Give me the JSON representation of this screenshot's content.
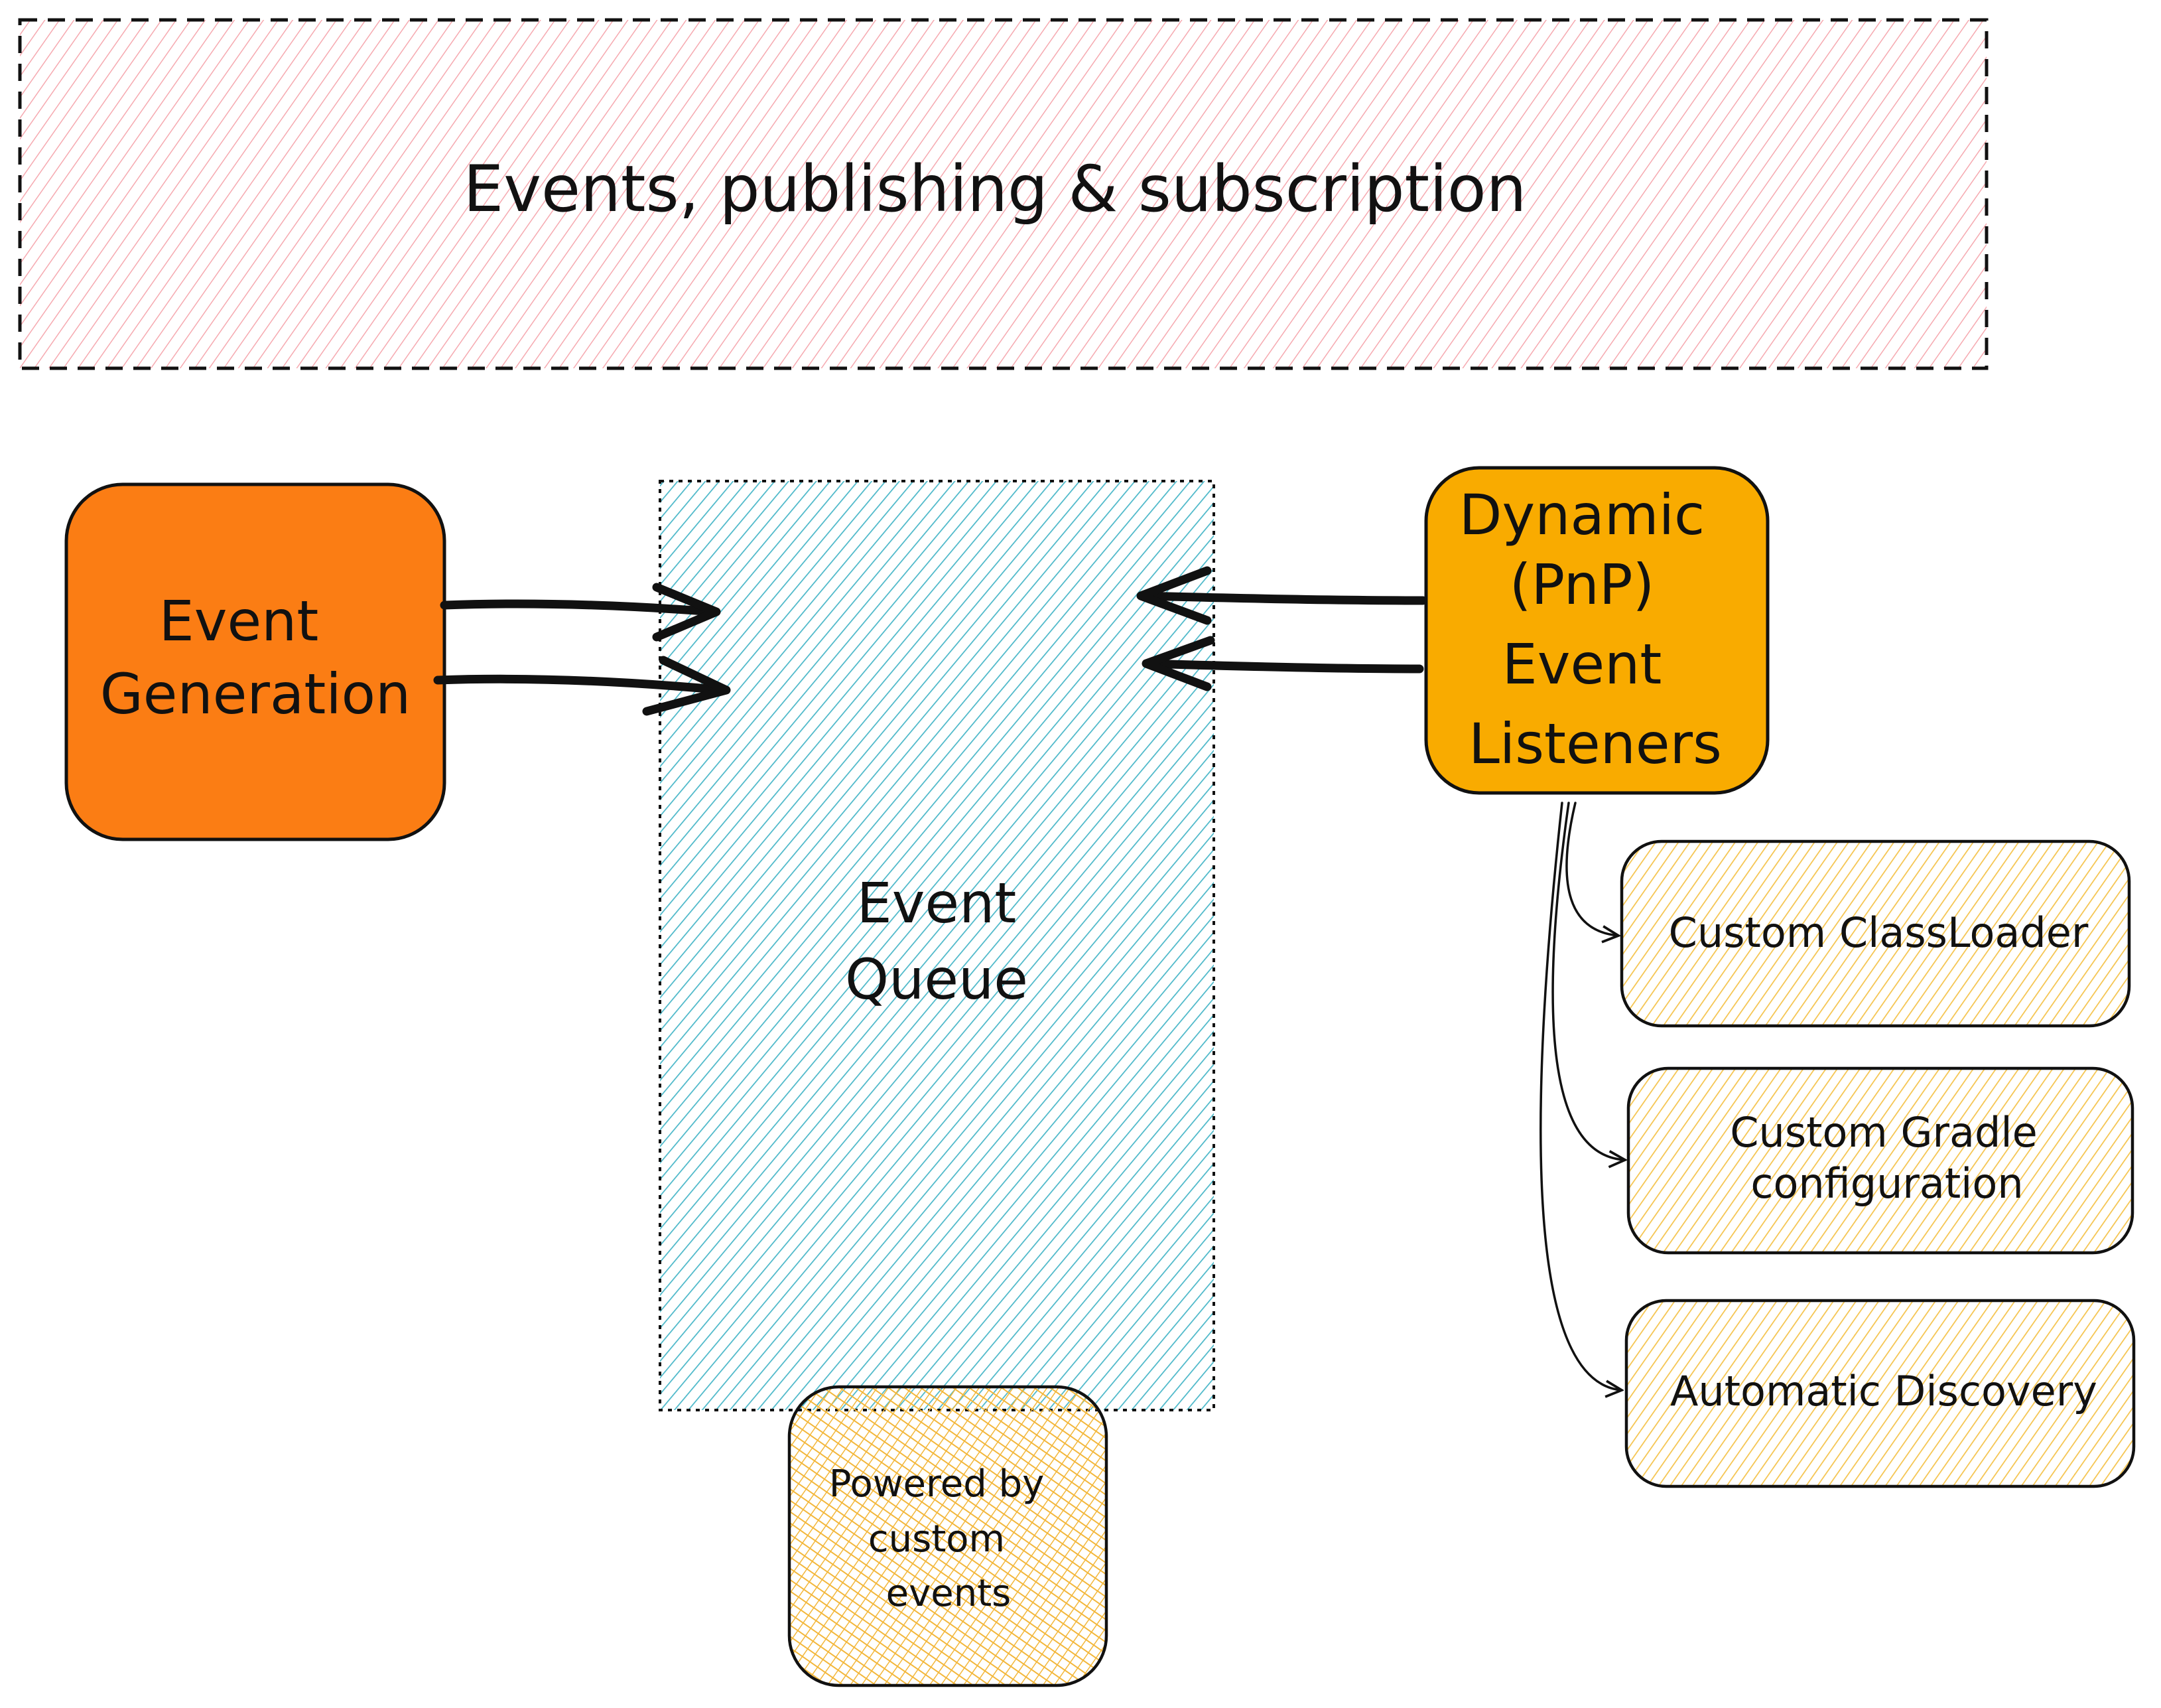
{
  "colors": {
    "banner_fill": "#f6a9b0",
    "queue_fill": "#4cb8c9",
    "generation_fill": "#fb7d14",
    "listeners_fill": "#f9ab00",
    "option_fill": "#f5c44e",
    "stroke": "#111111"
  },
  "banner": {
    "title": "Events, publishing & subscription"
  },
  "event_generation": {
    "line1": "Event",
    "line2": "Generation"
  },
  "event_queue": {
    "line1": "Event",
    "line2": "Queue"
  },
  "listeners": {
    "line1": "Dynamic",
    "line2": "(PnP)",
    "line3": "Event",
    "line4": "Listeners"
  },
  "options": [
    {
      "line1": "Custom ClassLoader"
    },
    {
      "line1": "Custom Gradle",
      "line2": "configuration"
    },
    {
      "line1": "Automatic Discovery"
    }
  ],
  "powered": {
    "line1": "Powered by",
    "line2": "custom",
    "line3": "events"
  }
}
